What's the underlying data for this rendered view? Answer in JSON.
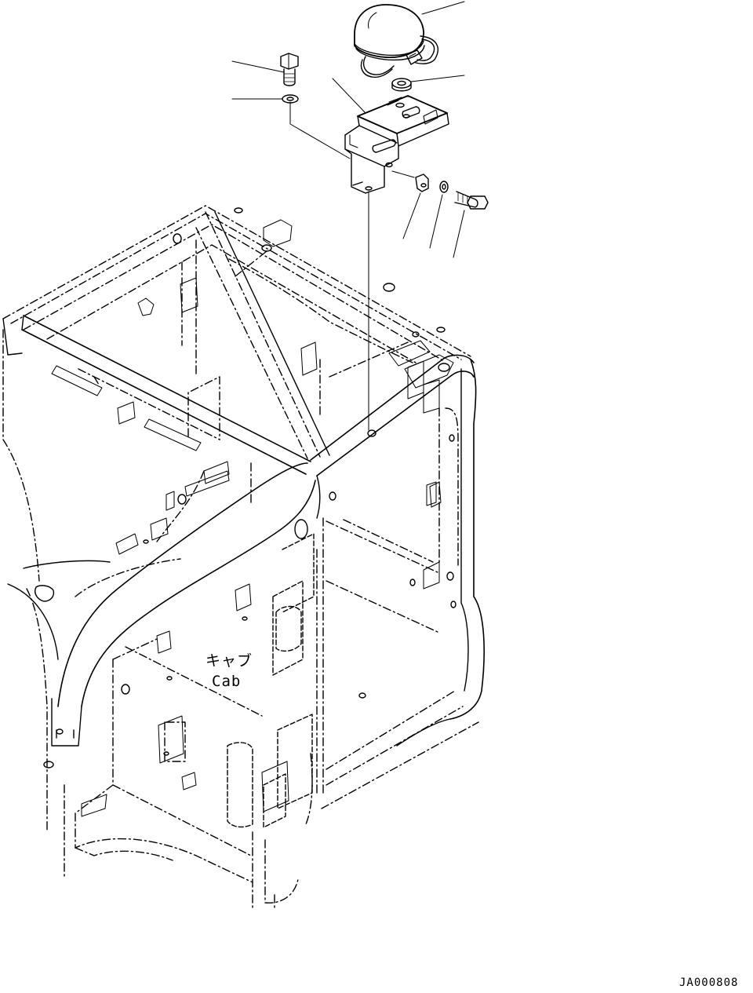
{
  "labels": {
    "cab_jp": "キャブ",
    "cab_en": "Cab",
    "drawing_id": "JA000808"
  },
  "colors": {
    "line": "#000000",
    "background": "#ffffff"
  }
}
